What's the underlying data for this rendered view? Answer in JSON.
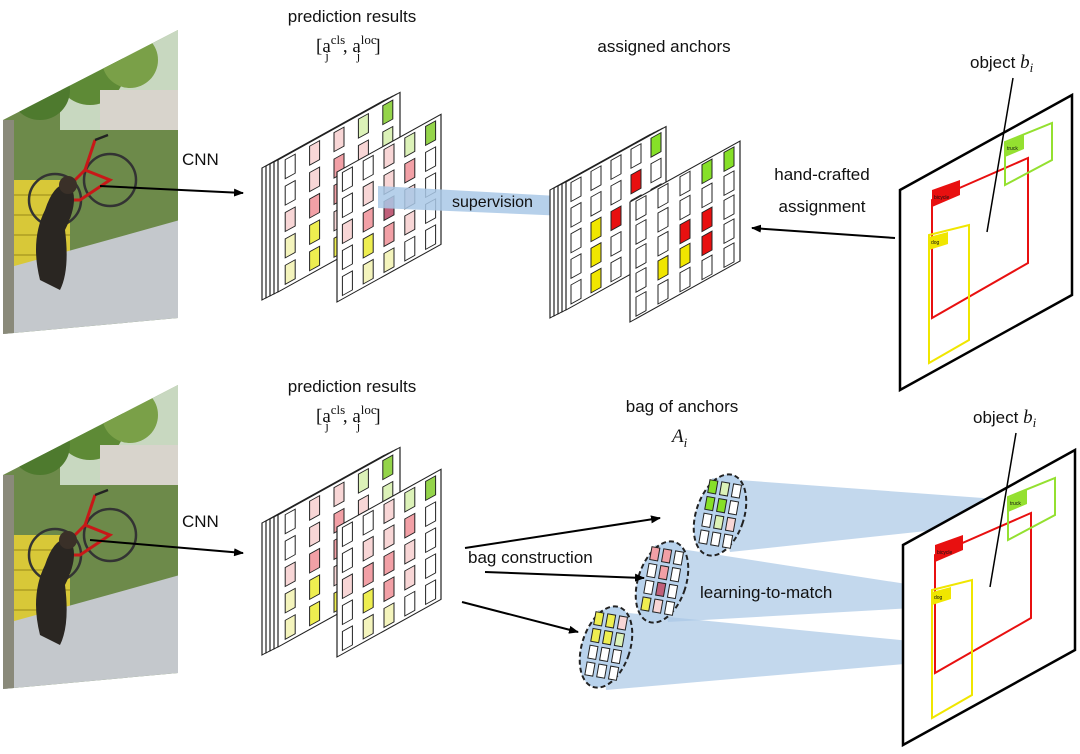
{
  "palette": {
    "w": "#ffffff",
    "p1": "#f8d6d6",
    "p2": "#f2a0a6",
    "p3": "#c0607a",
    "g1": "#dcf2b8",
    "g2": "#94d44a",
    "y1": "#f4f4bc",
    "y2": "#eeee50",
    "r": "#e81010",
    "Y": "#f0e600",
    "G": "#86e028",
    "beam": "#a9c8e6",
    "ellipse": "#b8d2ec"
  },
  "top": {
    "cnn": "CNN",
    "prediction_title": "prediction results",
    "math": {
      "open": "[a",
      "sub": "j",
      "sup1": "cls",
      "sep": ",  a",
      "sup2": "loc",
      "close": "]"
    },
    "supervision": "supervision",
    "assigned_title": "assigned anchors",
    "assignment_line1": "hand-crafted",
    "assignment_line2": "assignment",
    "object_label": "object ",
    "object_var": "b",
    "object_sub": "i",
    "boxes": {
      "bicycle": "bicycle",
      "truck": "truck",
      "dog": "dog"
    }
  },
  "bottom": {
    "cnn": "CNN",
    "prediction_title": "prediction results",
    "math": {
      "open": "[a",
      "sub": "j",
      "sup1": "cls",
      "sep": ",  a",
      "sup2": "loc",
      "close": "]"
    },
    "bag_title": "bag of anchors",
    "bag_var": "A",
    "bag_sub": "i",
    "bag_construction": "bag construction",
    "learning_to_match": "learning-to-match",
    "object_label": "object ",
    "object_var": "b",
    "object_sub": "i",
    "boxes": {
      "bicycle": "bicycle",
      "truck": "truck",
      "dog": "dog"
    }
  }
}
